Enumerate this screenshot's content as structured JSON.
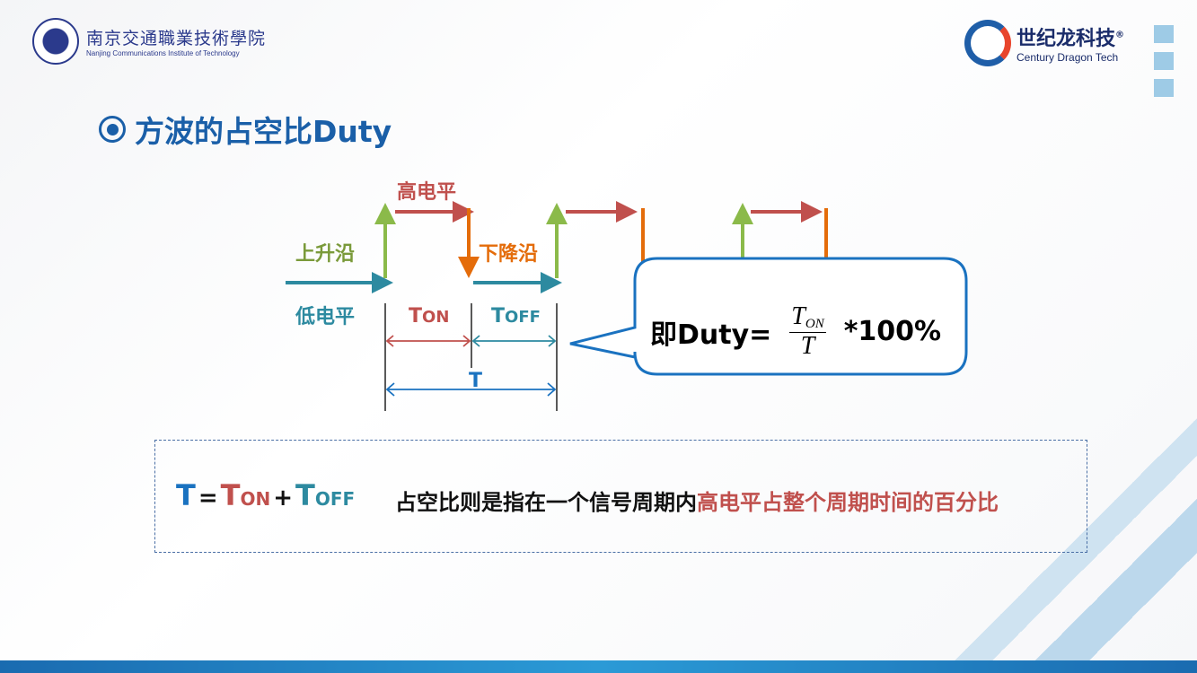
{
  "header": {
    "school_cn": "南京交通職業技術學院",
    "school_en": "Nanjing Communications Institute of Technology",
    "company_cn": "世纪龙科技",
    "company_en": "Century Dragon Tech",
    "registered_mark": "®"
  },
  "title": "方波的占空比Duty",
  "diagram": {
    "high_level": "高电平",
    "rising_edge": "上升沿",
    "falling_edge": "下降沿",
    "low_level": "低电平",
    "t_on_main": "T",
    "t_on_sub": "ON",
    "t_off_main": "T",
    "t_off_sub": "OFF",
    "period": "T"
  },
  "callout": {
    "prefix": "即Duty=",
    "numerator": "T",
    "numerator_sub": "ON",
    "denominator": "T",
    "suffix": "*100%"
  },
  "formula": {
    "t": "T",
    "eq": "=",
    "t_on": "T",
    "on_sub": "ON",
    "plus": "+",
    "t_off": "T",
    "off_sub": "OFF"
  },
  "description": {
    "plain": "占空比则是指在一个信号周期内",
    "highlight": "高电平占整个周期时间的百分比"
  },
  "colors": {
    "teal": "#2d8aa0",
    "green": "#8bba4a",
    "red": "#c0504d",
    "orange": "#e46c0a",
    "blue": "#1a72c0"
  }
}
